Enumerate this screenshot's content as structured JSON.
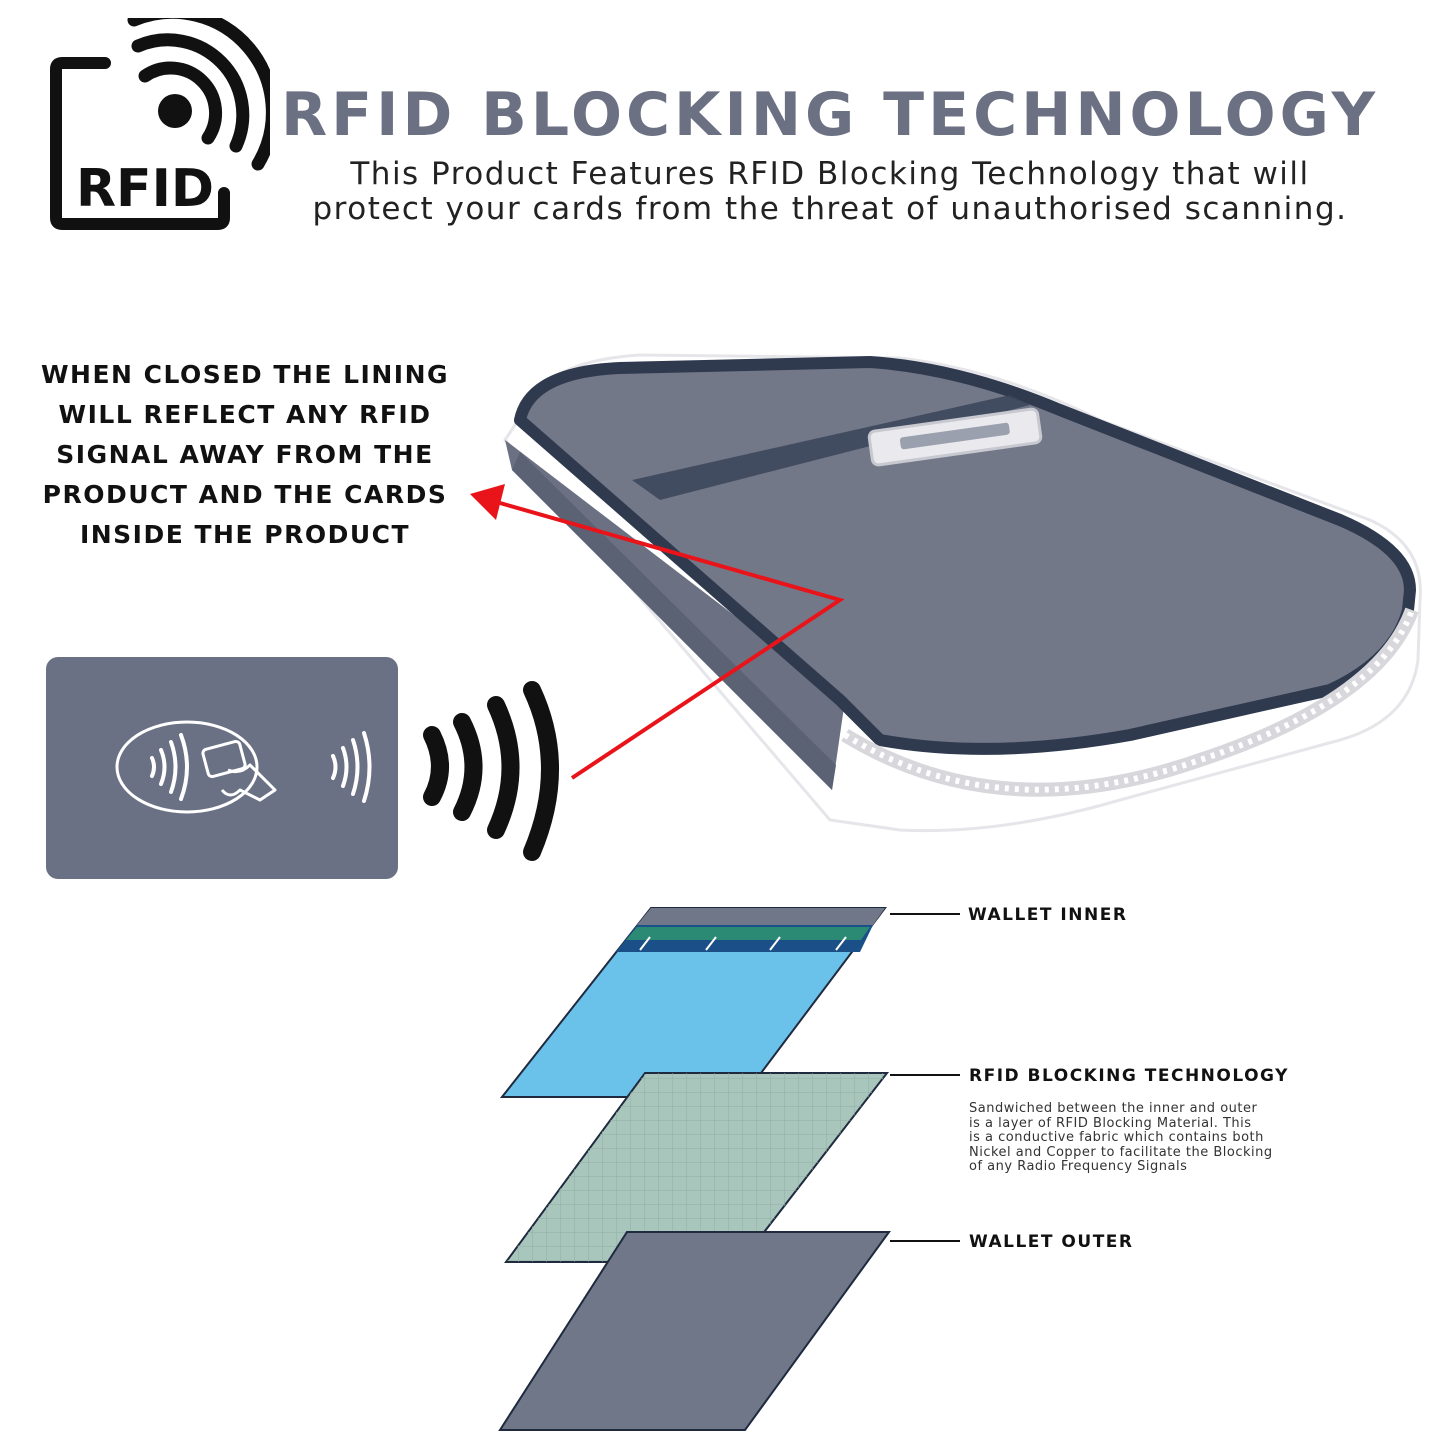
{
  "header": {
    "logo_text": "RFID",
    "title": "RFID BLOCKING TECHNOLOGY",
    "subtitle_lines": [
      "This Product Features RFID Blocking Technology that will",
      "protect your cards from the threat of unauthorised scanning."
    ]
  },
  "callout": {
    "lines": [
      "WHEN CLOSED THE LINING",
      "WILL REFLECT ANY RFID",
      "SIGNAL AWAY FROM THE",
      "PRODUCT AND THE CARDS",
      "INSIDE THE PRODUCT"
    ],
    "arrow_color": "#e8141a"
  },
  "layers": {
    "inner": {
      "label": "WALLET INNER",
      "color": "#6ac2ea"
    },
    "rfid": {
      "label": "RFID BLOCKING TECHNOLOGY",
      "color": "#a9c6bc",
      "description_lines": [
        "Sandwiched between the inner and outer",
        "is a layer of RFID Blocking Material. This",
        "is a conductive fabric which contains both",
        "Nickel and Copper to facilitate the Blocking",
        "of any Radio Frequency Signals"
      ]
    },
    "outer": {
      "label": "WALLET OUTER",
      "color": "#707789"
    }
  },
  "colors": {
    "title": "#6b7182",
    "wallet": "#737888",
    "wallet_trim": "#2f3a4f",
    "card": "#6b7185"
  },
  "icons": [
    "rfid-logo-icon",
    "contactless-card-icon",
    "signal-waves-icon",
    "wallet-illustration"
  ]
}
